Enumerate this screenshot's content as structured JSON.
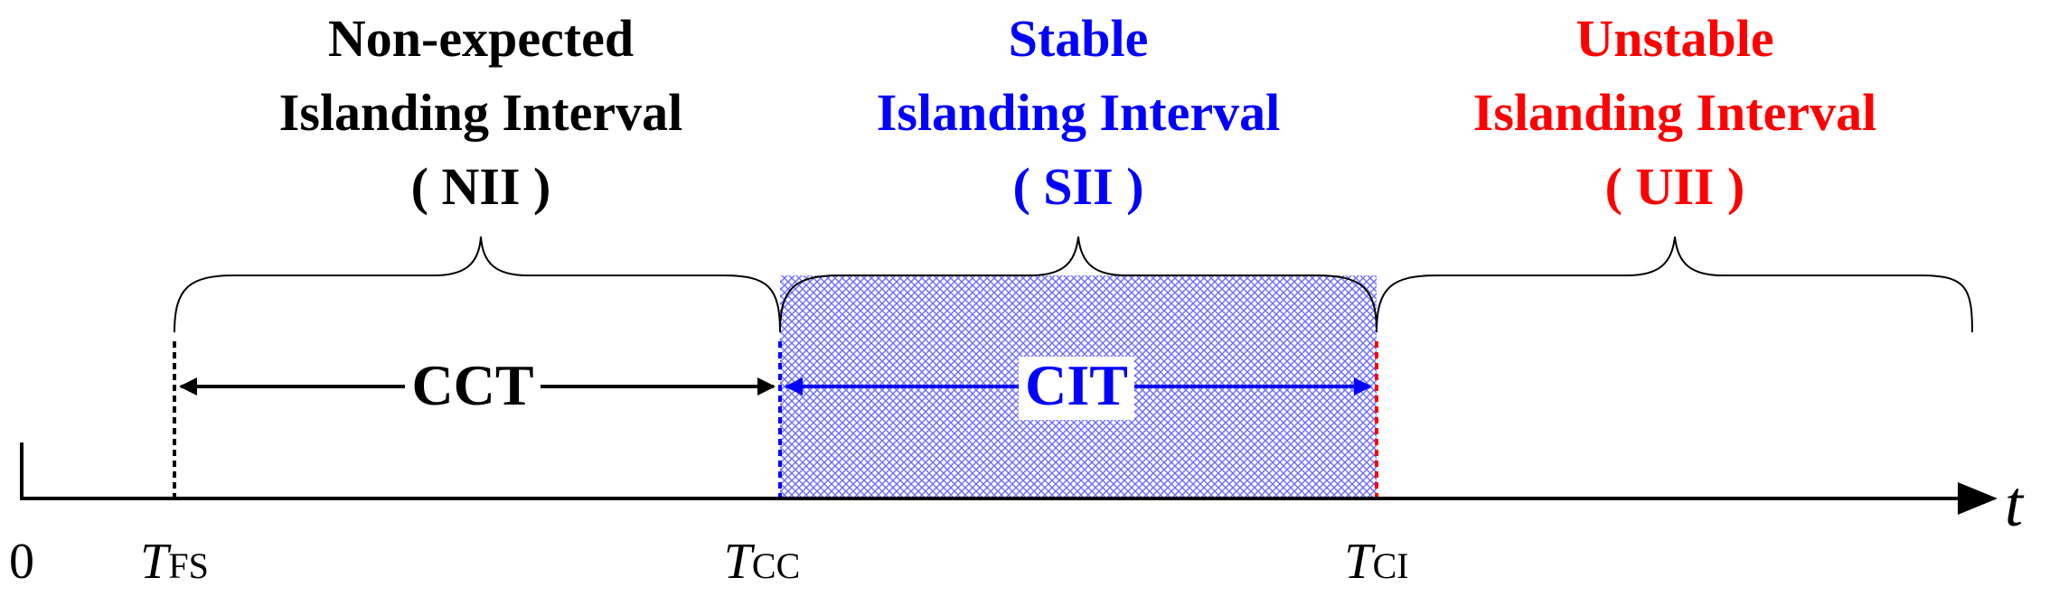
{
  "intervals": [
    {
      "lines": [
        "Non-expected",
        "Islanding Interval",
        "( NII )"
      ],
      "color": "#000000"
    },
    {
      "lines": [
        "Stable",
        "Islanding Interval",
        "( SII )"
      ],
      "color": "#0000FF"
    },
    {
      "lines": [
        "Unstable",
        "Islanding Interval",
        "( UII )"
      ],
      "color": "#FF0000"
    }
  ],
  "arrows": {
    "cct": {
      "label": "CCT",
      "color": "#000000"
    },
    "cit": {
      "label": "CIT",
      "color": "#0000FF"
    }
  },
  "axis": {
    "origin_label": "0",
    "variable_label": "t"
  },
  "markers": [
    {
      "symbol": "T",
      "subscript": "FS",
      "color": "#000000"
    },
    {
      "symbol": "T",
      "subscript": "CC",
      "color": "#0000FF"
    },
    {
      "symbol": "T",
      "subscript": "CI",
      "color": "#FF0000"
    }
  ],
  "stable_region_color": "#0000FF"
}
